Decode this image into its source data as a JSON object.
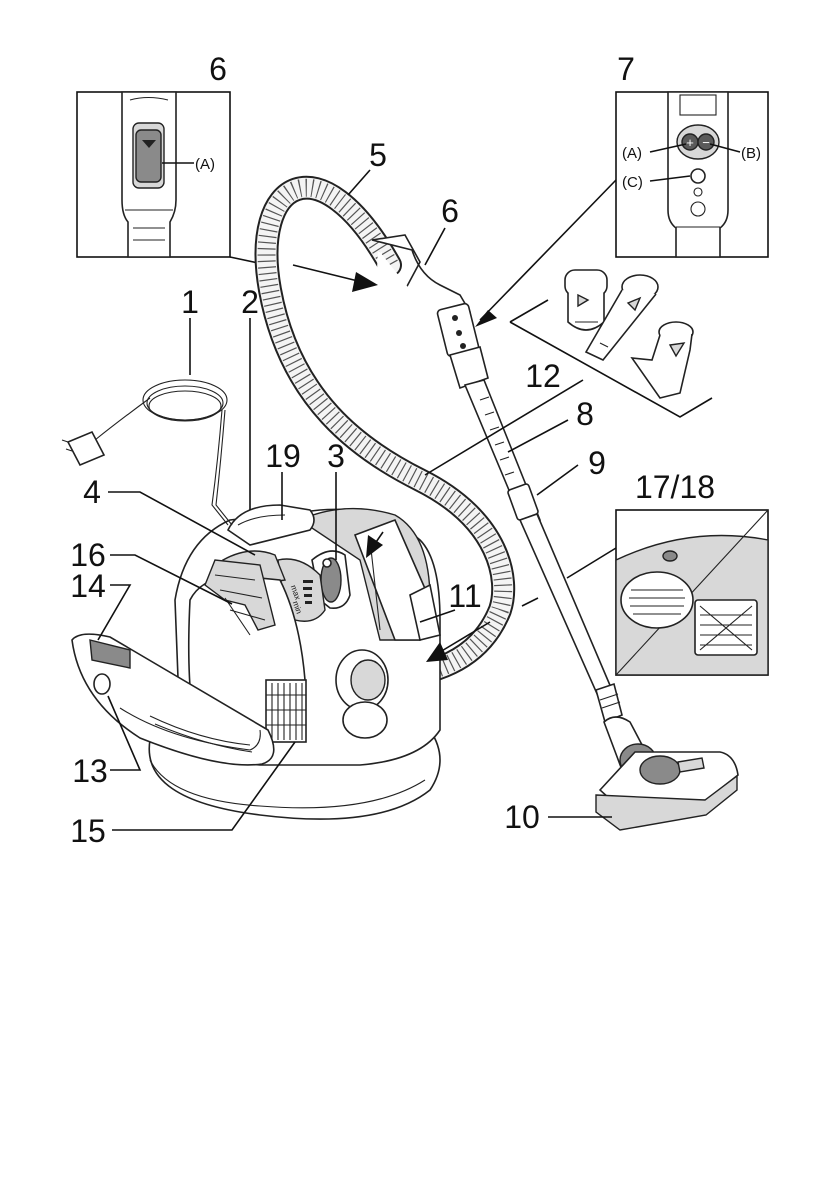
{
  "callouts": {
    "c1": "1",
    "c2": "2",
    "c3": "3",
    "c4": "4",
    "c5": "5",
    "c6": "6",
    "c6_inset": "6",
    "c7_inset": "7",
    "c8": "8",
    "c9": "9",
    "c10": "10",
    "c11": "11",
    "c12": "12",
    "c13": "13",
    "c14": "14",
    "c15": "15",
    "c16": "16",
    "c17_18": "17/18",
    "c19": "19"
  },
  "inset6": {
    "label_a": "(A)"
  },
  "inset7": {
    "label_a": "(A)",
    "label_b": "(B)",
    "label_c": "(C)"
  },
  "power_panel": {
    "max": "max",
    "min": "min"
  }
}
